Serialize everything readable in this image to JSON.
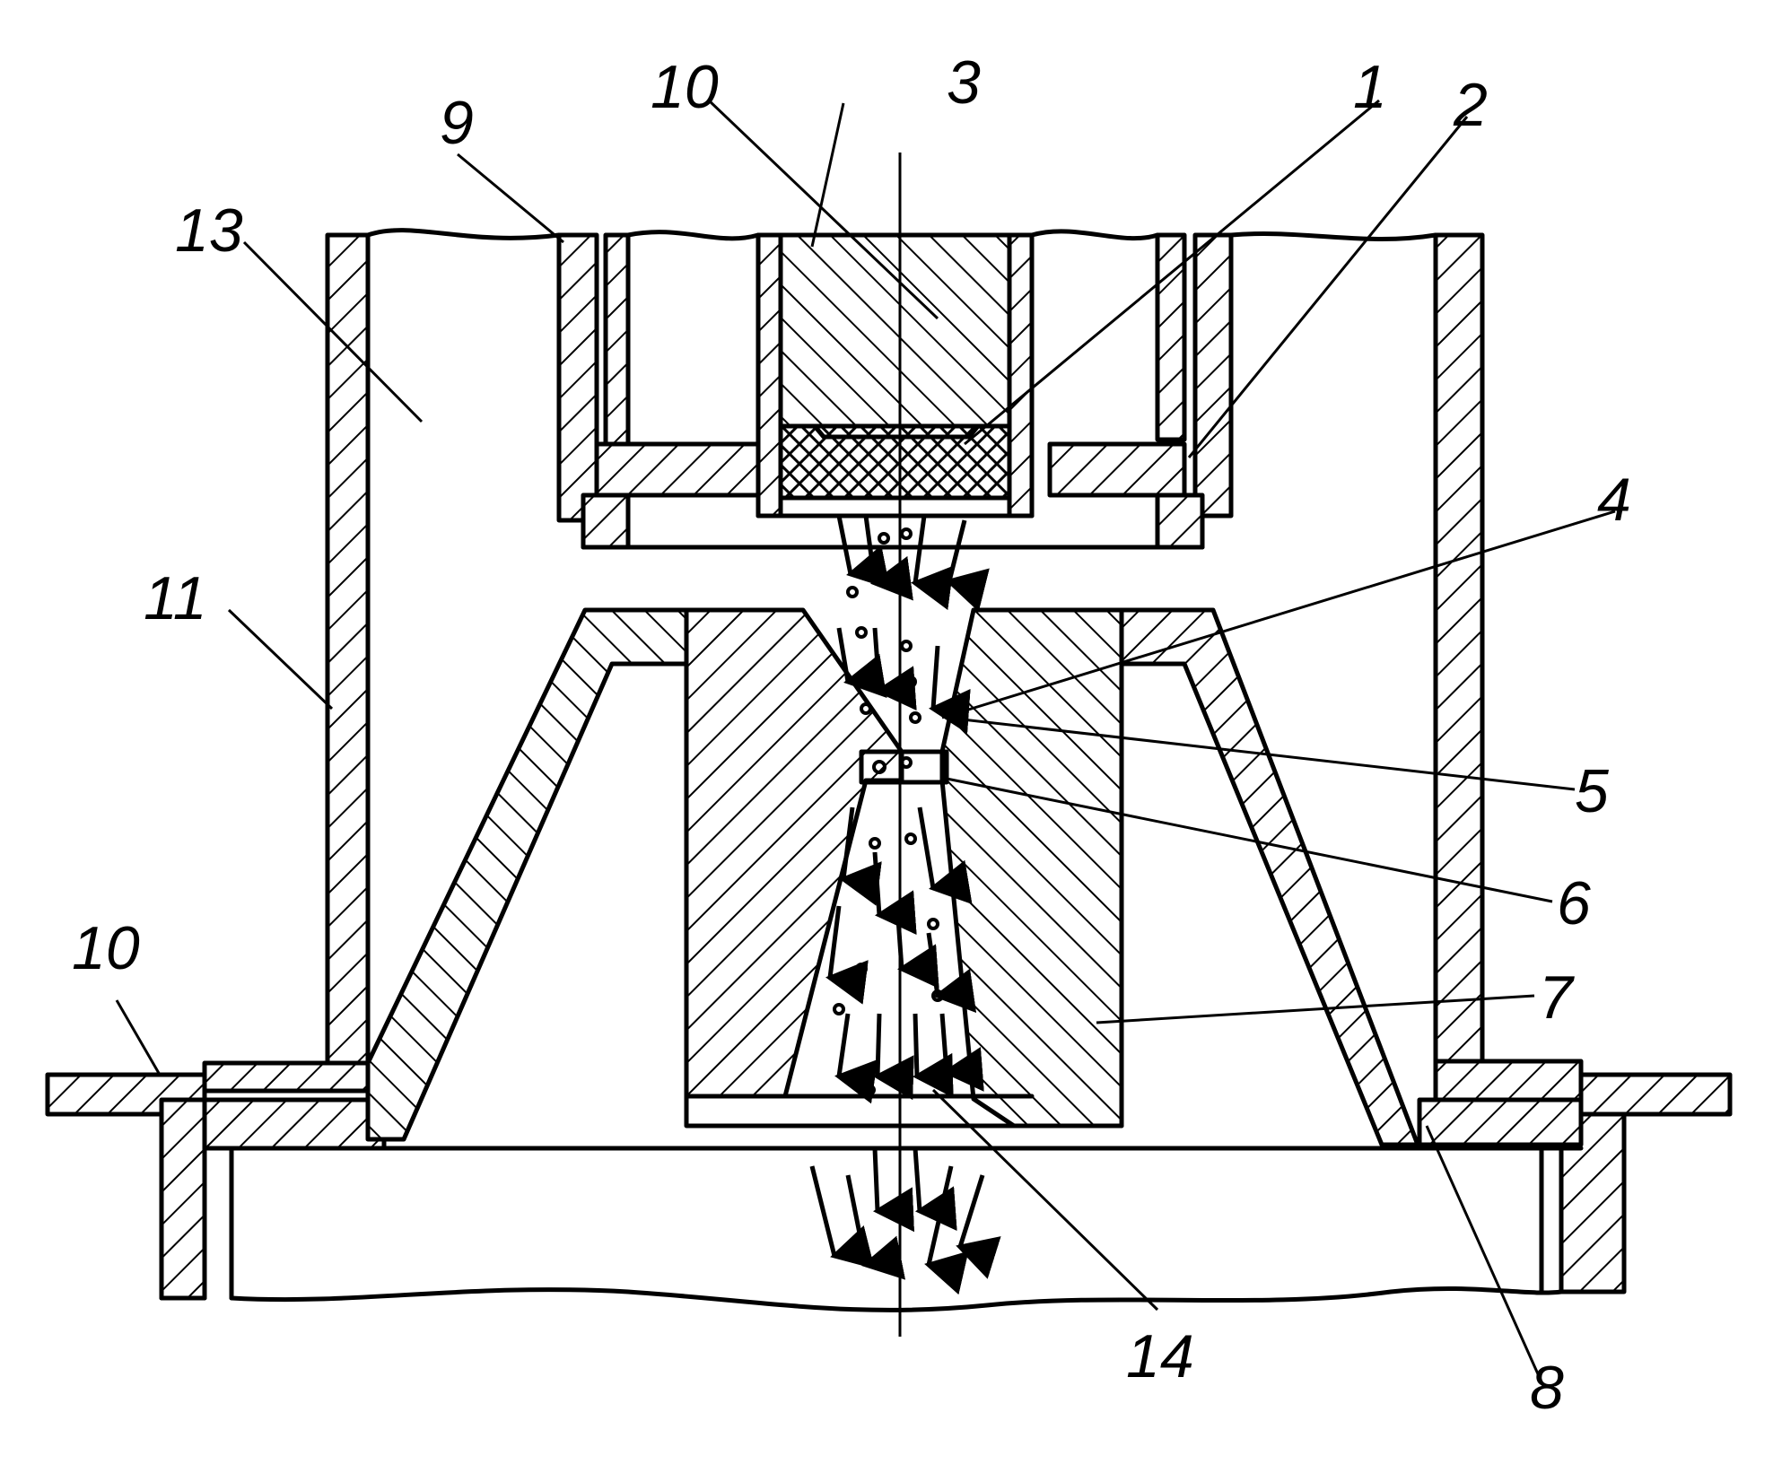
{
  "figure": {
    "labels": [
      "1",
      "2",
      "3",
      "4",
      "5",
      "6",
      "7",
      "8",
      "9",
      "10",
      "10",
      "11",
      "13",
      "14"
    ]
  }
}
